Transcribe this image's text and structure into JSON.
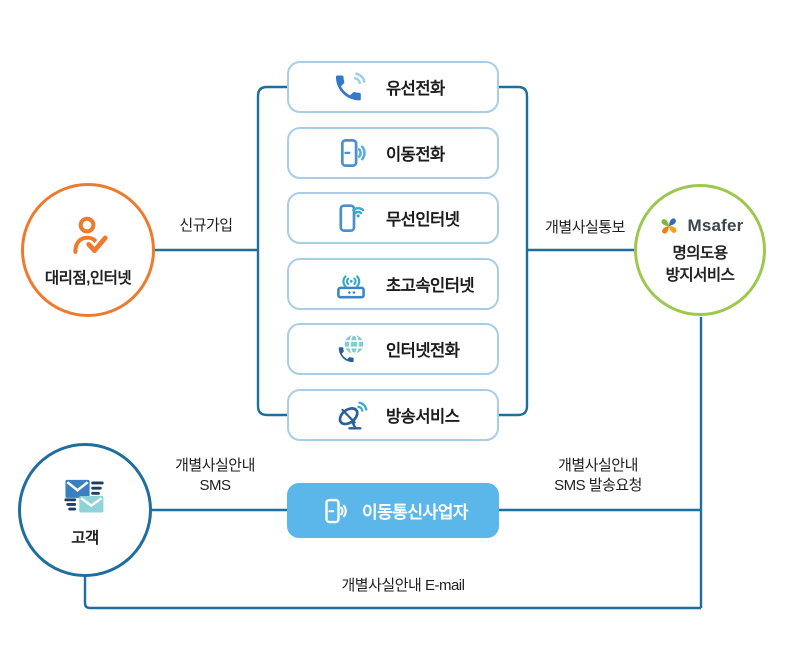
{
  "colors": {
    "connector_line": "#1f6f9e",
    "service_box_border": "#a9cde7",
    "carrier_box_fill": "#5bb7e9",
    "agency_circle_border": "#ee7a2e",
    "msafer_circle_border": "#9dc84d",
    "customer_circle_border": "#1f6f9e",
    "icon_blue": "#3578c8",
    "icon_teal": "#3aa9c8",
    "icon_dark_navy": "#2a6099",
    "text": "#1e1e1e"
  },
  "agency": {
    "label": "대리점,인터넷"
  },
  "customer": {
    "label": "고객"
  },
  "msafer": {
    "brand": "Msafer",
    "label_line1": "명의도용",
    "label_line2": "방지서비스"
  },
  "carrier": {
    "label": "이동통신사업자"
  },
  "services": [
    {
      "label": "유선전화",
      "icon": "landline-phone-icon"
    },
    {
      "label": "이동전화",
      "icon": "mobile-phone-icon"
    },
    {
      "label": "무선인터넷",
      "icon": "wireless-internet-icon"
    },
    {
      "label": "초고속인터넷",
      "icon": "broadband-router-icon"
    },
    {
      "label": "인터넷전화",
      "icon": "internet-phone-icon"
    },
    {
      "label": "방송서비스",
      "icon": "broadcast-satellite-icon"
    }
  ],
  "edges": {
    "signup": "신규가입",
    "notify": "개별사실통보",
    "sms_line1": "개별사실안내",
    "sms_line2": "SMS",
    "sms_req_line1": "개별사실안내",
    "sms_req_line2": "SMS 발송요청",
    "email": "개별사실안내 E-mail"
  }
}
